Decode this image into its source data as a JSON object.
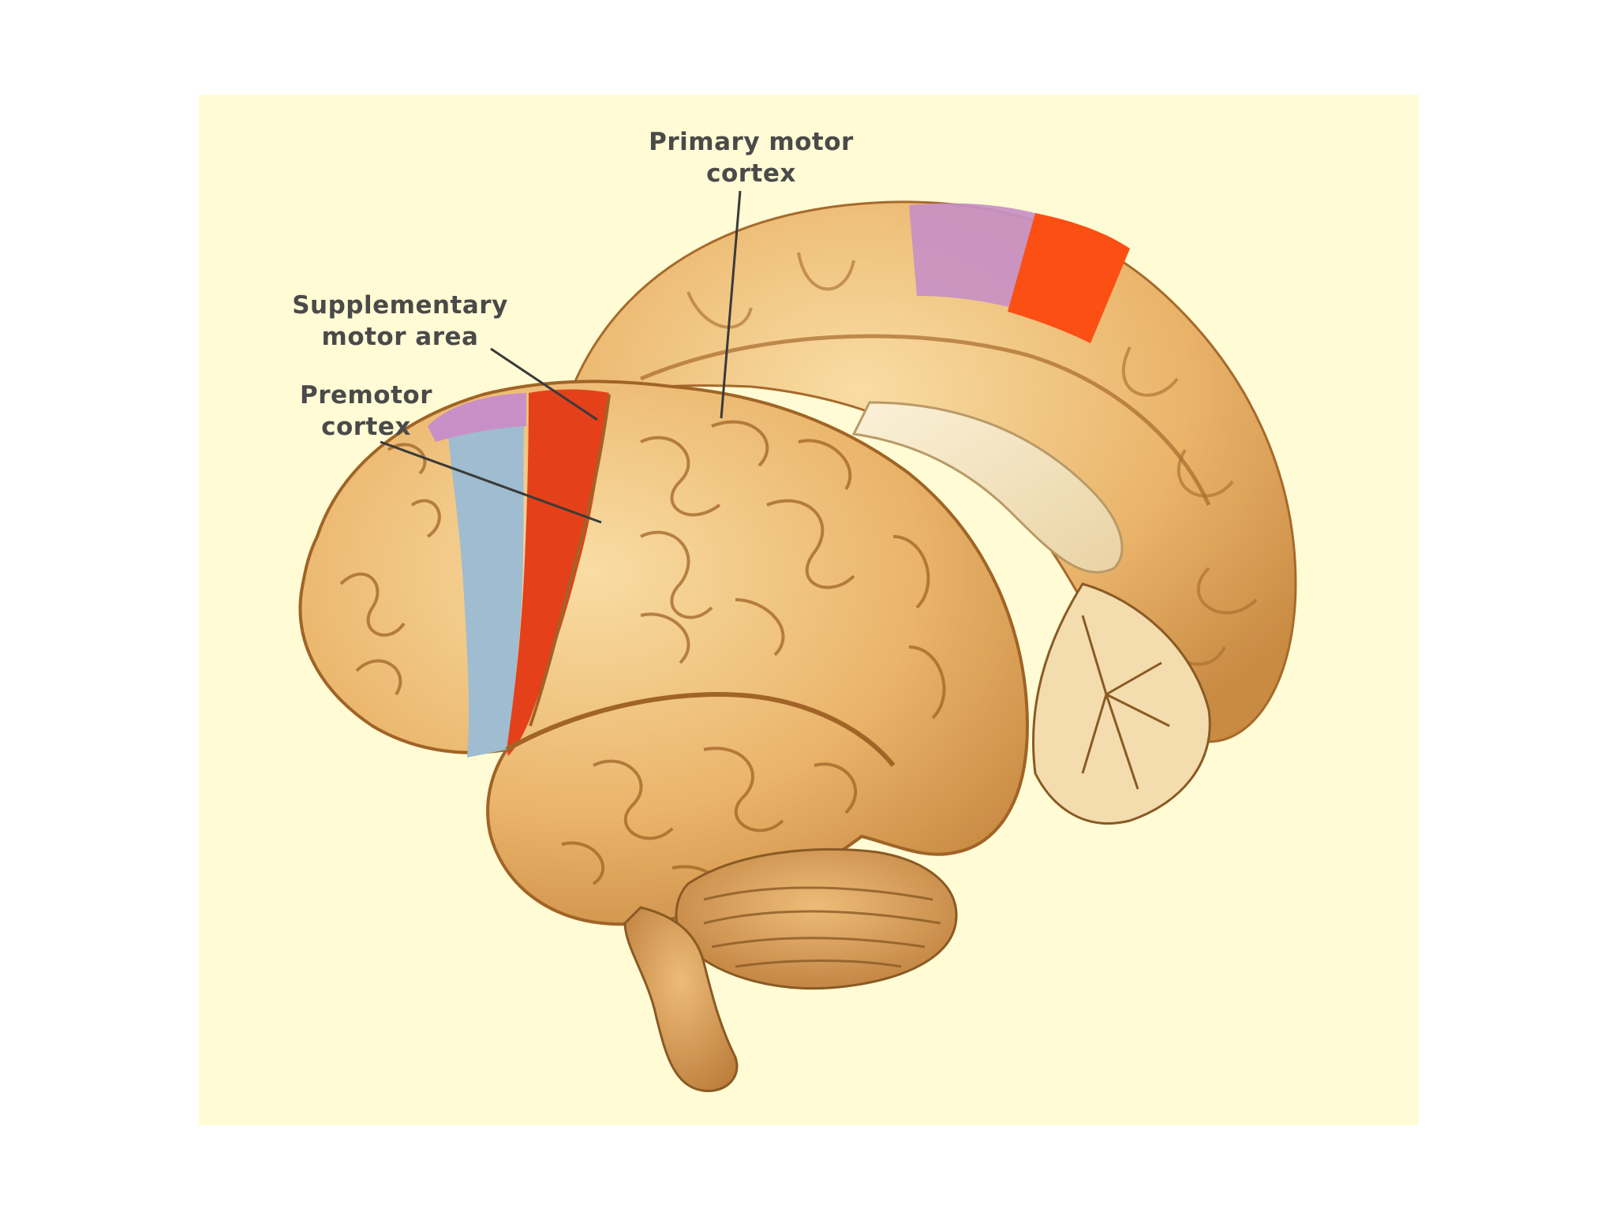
{
  "diagram": {
    "labels": {
      "primary_motor": [
        "Primary motor",
        "cortex"
      ],
      "supplementary_motor": [
        "Supplementary",
        "motor area"
      ],
      "premotor": [
        "Premotor",
        "cortex"
      ]
    },
    "colors": {
      "background": "#fffbd4",
      "cortex": "#e8b66a",
      "cortex_light": "#f6d59a",
      "cortex_dark": "#b77a35",
      "primary_motor": "#e4401a",
      "primary_motor_medial": "#fb4f14",
      "supplementary_motor": "#c890c6",
      "premotor": "#9fbcd0",
      "corpus_callosum": "#f6e7c6",
      "cerebellum": "#d99d55"
    }
  }
}
